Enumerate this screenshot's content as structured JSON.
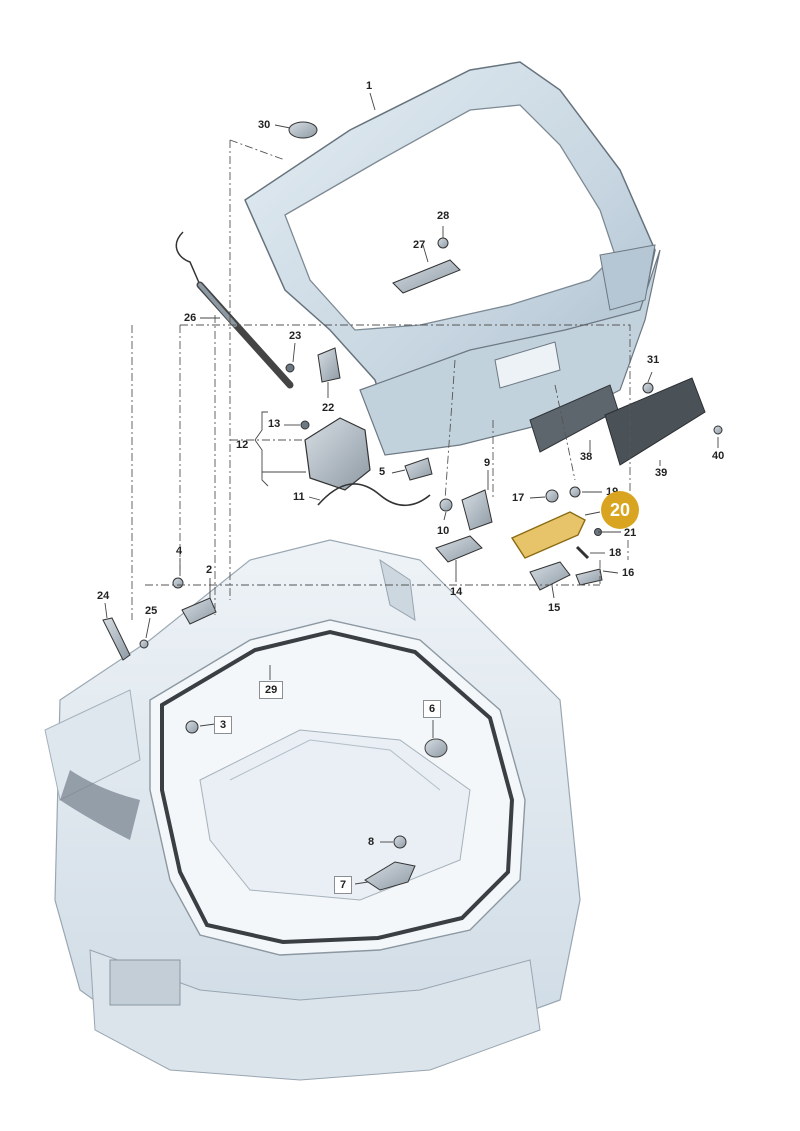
{
  "diagram": {
    "highlighted_part": "20",
    "accent_color": "#d9a521",
    "labels": [
      {
        "id": "p1",
        "text": "1"
      },
      {
        "id": "p2",
        "text": "2"
      },
      {
        "id": "p3",
        "text": "3"
      },
      {
        "id": "p4",
        "text": "4"
      },
      {
        "id": "p5",
        "text": "5"
      },
      {
        "id": "p6",
        "text": "6"
      },
      {
        "id": "p7",
        "text": "7"
      },
      {
        "id": "p8",
        "text": "8"
      },
      {
        "id": "p9",
        "text": "9"
      },
      {
        "id": "p10",
        "text": "10"
      },
      {
        "id": "p11",
        "text": "11"
      },
      {
        "id": "p12",
        "text": "12"
      },
      {
        "id": "p13",
        "text": "13"
      },
      {
        "id": "p14",
        "text": "14"
      },
      {
        "id": "p15",
        "text": "15"
      },
      {
        "id": "p16",
        "text": "16"
      },
      {
        "id": "p17",
        "text": "17"
      },
      {
        "id": "p18",
        "text": "18"
      },
      {
        "id": "p19",
        "text": "19"
      },
      {
        "id": "p20",
        "text": "20"
      },
      {
        "id": "p21",
        "text": "21"
      },
      {
        "id": "p22",
        "text": "22"
      },
      {
        "id": "p23",
        "text": "23"
      },
      {
        "id": "p24",
        "text": "24"
      },
      {
        "id": "p25",
        "text": "25"
      },
      {
        "id": "p26",
        "text": "26"
      },
      {
        "id": "p27",
        "text": "27"
      },
      {
        "id": "p28",
        "text": "28"
      },
      {
        "id": "p29",
        "text": "29"
      },
      {
        "id": "p30",
        "text": "30"
      },
      {
        "id": "p31",
        "text": "31"
      },
      {
        "id": "p38",
        "text": "38"
      },
      {
        "id": "p39",
        "text": "39"
      },
      {
        "id": "p40",
        "text": "40"
      }
    ]
  }
}
